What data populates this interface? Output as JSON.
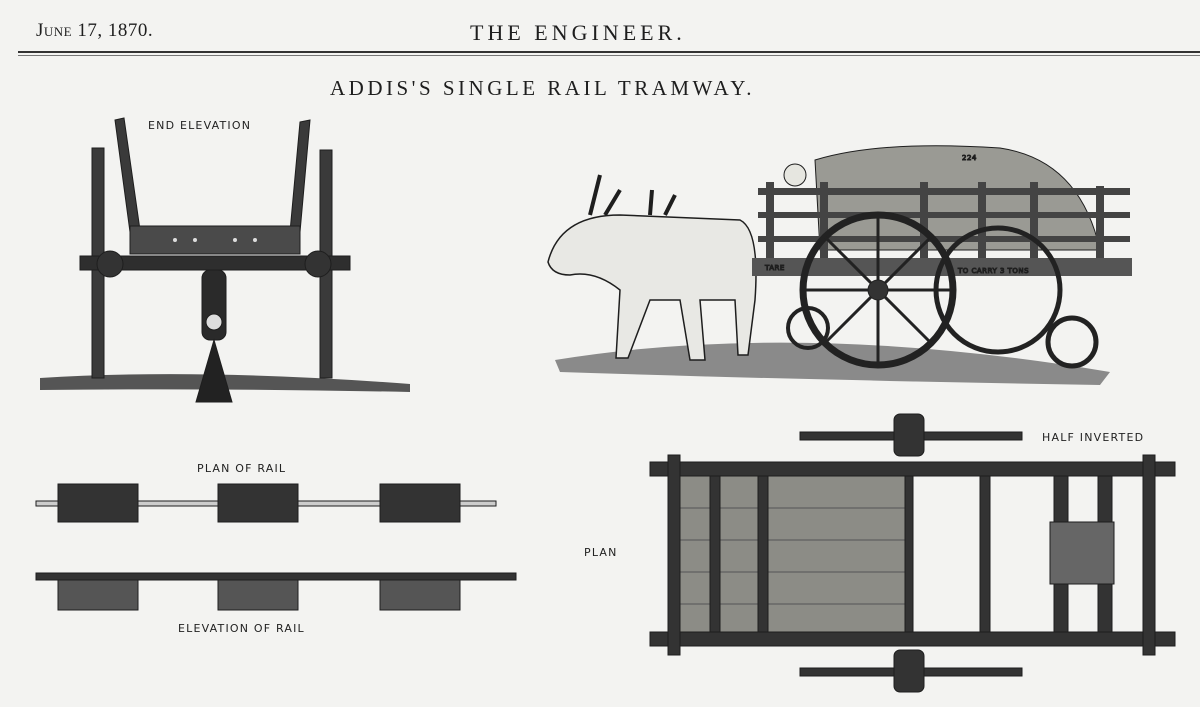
{
  "header": {
    "date": "June 17, 1870.",
    "publication": "THE ENGINEER."
  },
  "article": {
    "title": "ADDIS'S SINGLE RAIL TRAMWAY."
  },
  "figures": {
    "end_elevation": "END ELEVATION",
    "plan_of_rail": "PLAN OF RAIL",
    "elevation_of_rail": "ELEVATION OF RAIL",
    "plan": "PLAN",
    "half_inverted": "HALF INVERTED",
    "cart_tare": "TARE",
    "cart_capacity": "TO CARRY 3 TONS",
    "sack_number": "224"
  },
  "colors": {
    "paper": "#f3f3f1",
    "ink": "#1e1e1e"
  }
}
